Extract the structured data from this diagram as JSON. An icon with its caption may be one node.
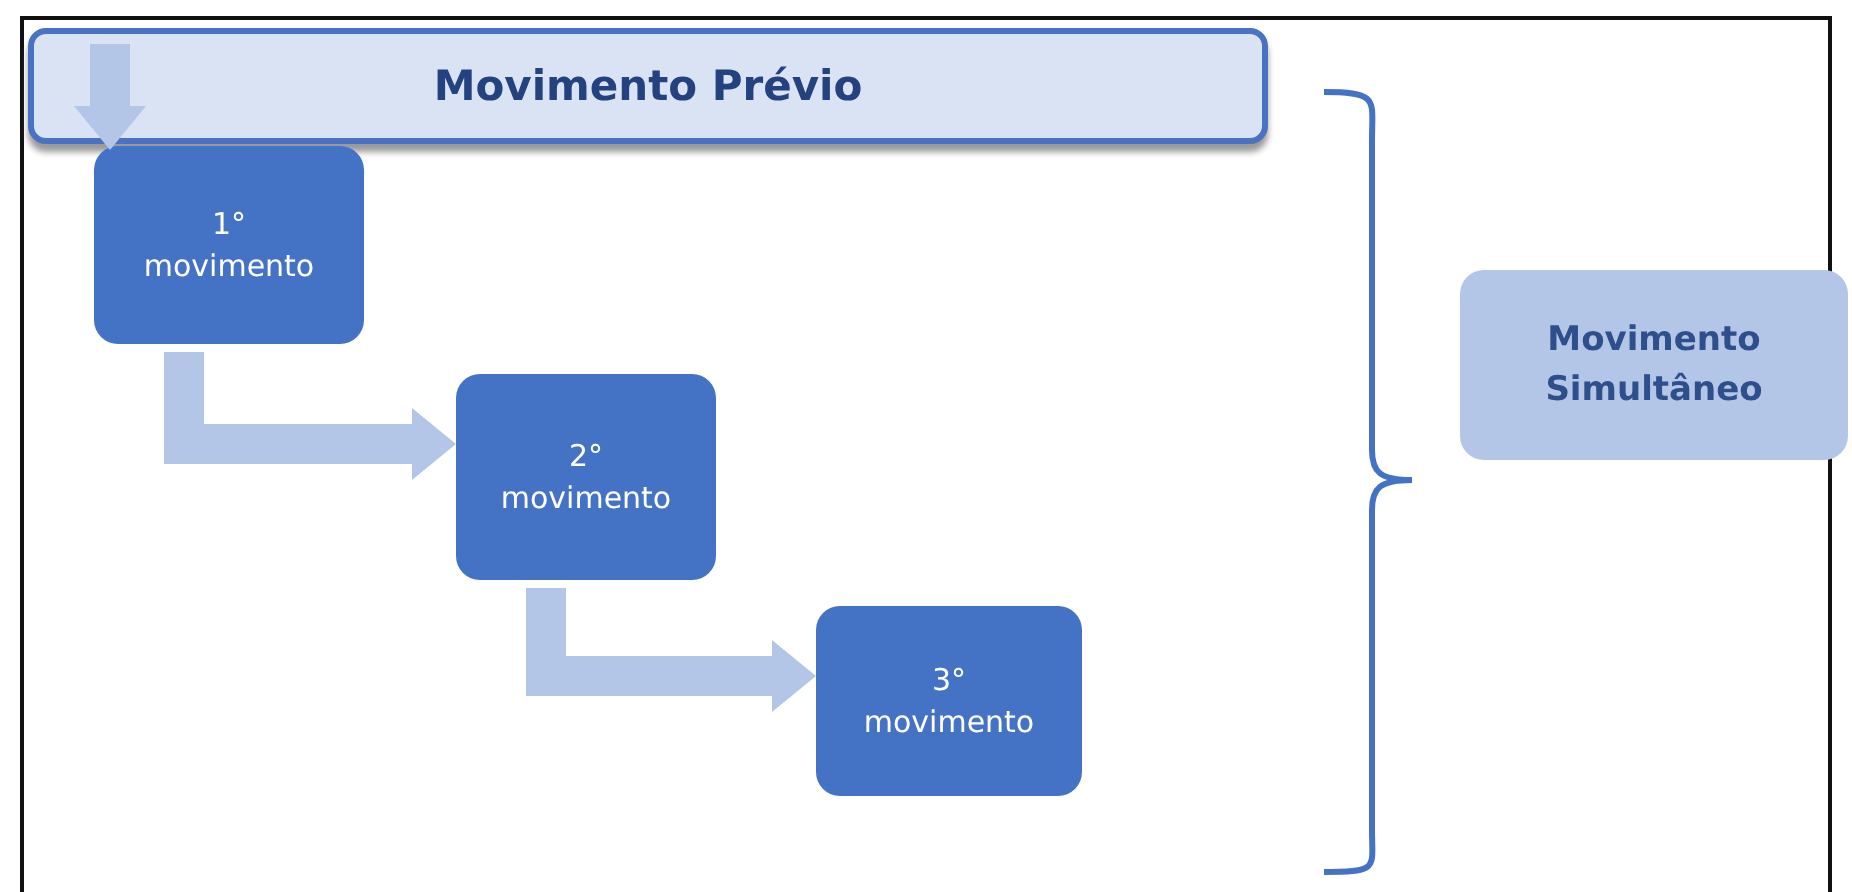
{
  "diagram": {
    "nodes": [
      {
        "text": [
          "Movimento Prévio"
        ]
      },
      {
        "text": [
          "1° movimento"
        ]
      },
      {
        "text": [
          "2° movimento"
        ]
      },
      {
        "text": [
          "3° movimento"
        ]
      },
      {
        "text": [
          "Movimento Simultâneo"
        ]
      }
    ],
    "edges": [
      {
        "from": 0,
        "to": 1,
        "arrow": "to"
      },
      {
        "from": 1,
        "to": 2,
        "arrow": "to"
      },
      {
        "from": 2,
        "to": 3,
        "arrow": "to"
      }
    ]
  }
}
